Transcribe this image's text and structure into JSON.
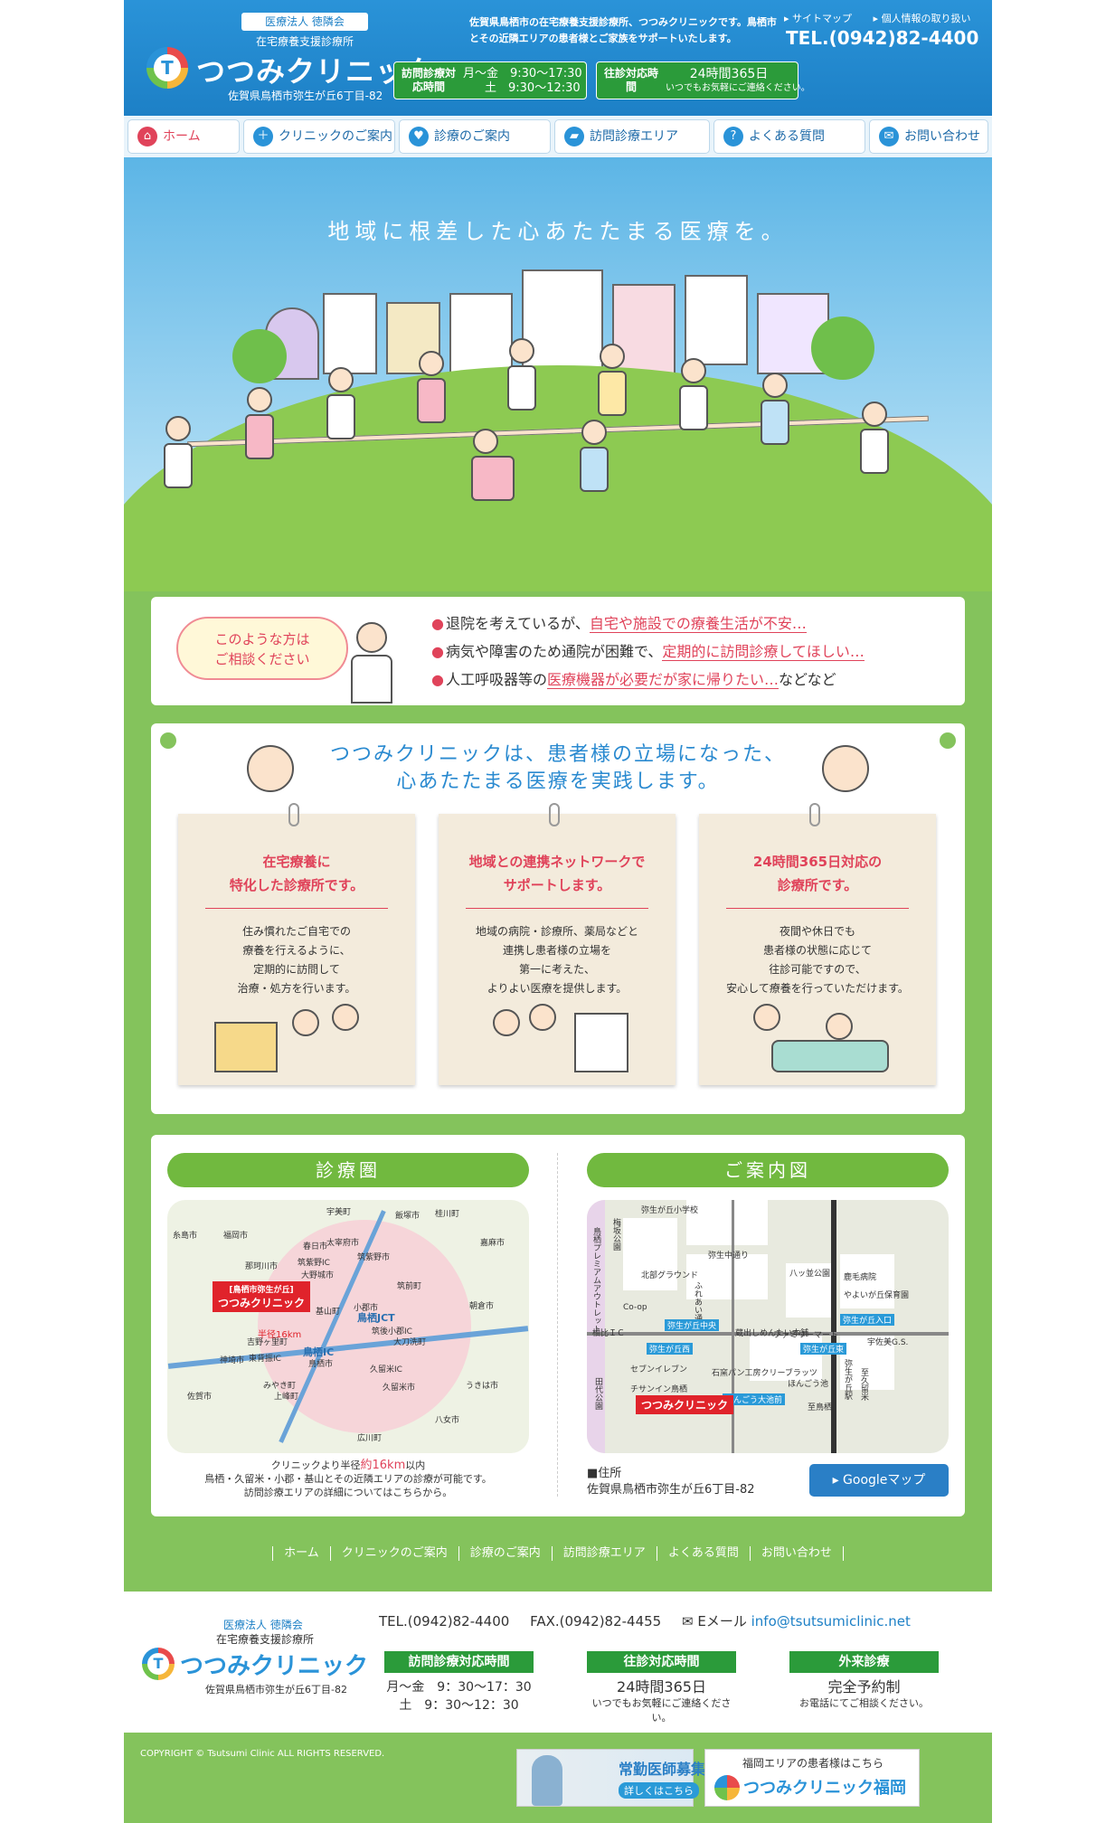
{
  "header": {
    "corp_badge": "医療法人 徳隣会",
    "sub_name": "在宅療養支援診療所",
    "clinic_name": "つつみクリニック",
    "address": "佐賀県鳥栖市弥生が丘6丁目-82",
    "description": "佐賀県鳥栖市の在宅療養支援診療所、つつみクリニックです。鳥栖市とその近隣エリアの患者様とご家族をサポートいたします。",
    "links": [
      "サイトマップ",
      "個人情報の取り扱い"
    ],
    "tel": "TEL.(0942)82-4400",
    "visit_hours_label": "訪問診療対応時間",
    "visit_hours_weekday": "月～金　9:30～17:30",
    "visit_hours_sat": "土　9:30～12:30",
    "house_call_label": "往診対応時間",
    "house_call_value": "24時間365日",
    "house_call_note": "いつでもお気軽にご連絡ください。"
  },
  "nav": [
    {
      "label": "ホーム",
      "icon": "⌂"
    },
    {
      "label": "クリニックのご案内",
      "icon": "＋"
    },
    {
      "label": "診療のご案内",
      "icon": "♥"
    },
    {
      "label": "訪問診療エリア",
      "icon": "▰"
    },
    {
      "label": "よくある質問",
      "icon": "?"
    },
    {
      "label": "お問い合わせ",
      "icon": "✉"
    }
  ],
  "hero": {
    "title": "地域に根差した心あたたまる医療を。"
  },
  "consult": {
    "bubble": "このような方は\nご相談ください",
    "items": [
      {
        "pre": "退院を考えているが、",
        "hl": "自宅や施設での療養生活が不安…",
        "post": ""
      },
      {
        "pre": "病気や障害のため通院が困難で、",
        "hl": "定期的に訪問診療してほしい…",
        "post": ""
      },
      {
        "pre": "人工呼吸器等の",
        "hl": "医療機器が必要だが家に帰りたい…",
        "post": "などなど"
      }
    ]
  },
  "features": {
    "heading_line1": "つつみクリニックは、患者様の立場になった、",
    "heading_line2": "心あたたまる医療を実践します。",
    "cards": [
      {
        "title": "在宅療養に\n特化した診療所です。",
        "body": "住み慣れたご自宅での\n療養を行えるように、\n定期的に訪問して\n治療・処方を行います。"
      },
      {
        "title": "地域との連携ネットワークで\nサポートします。",
        "body": "地域の病院・診療所、薬局などと\n連携し患者様の立場を\n第一に考えた、\nよりよい医療を提供します。"
      },
      {
        "title": "24時間365日対応の\n診療所です。",
        "body": "夜間や休日でも\n患者様の状態に応じて\n往診可能ですので、\n安心して療養を行っていただけます。"
      }
    ]
  },
  "area": {
    "title": "診療圏",
    "clinic_tag_sub": "[鳥栖市弥生が丘]",
    "clinic_tag": "つつみクリニック",
    "radius_label": "半径16km",
    "places": [
      "宇美町",
      "飯塚市",
      "桂川町",
      "糸島市",
      "福岡市",
      "太宰府市",
      "春日市",
      "筑紫野IC",
      "筑紫野市",
      "嘉麻市",
      "那珂川市",
      "大野城市",
      "筑前町",
      "朝倉市",
      "基山町",
      "小郡市",
      "鳥栖JCT",
      "筑後小郡IC",
      "大刀洗町",
      "吉野ヶ里町",
      "鳥栖IC",
      "東背振IC",
      "鳥栖市",
      "神埼市",
      "久留米IC",
      "みやき町",
      "久留米市",
      "うきは市",
      "佐賀市",
      "上峰町",
      "八女市",
      "広川町"
    ],
    "caption_pre": "クリニックより半径",
    "caption_hl": "約16km",
    "caption_post": "以内",
    "caption_line2": "鳥栖・久留米・小郡・基山とその近隣エリアの診療が可能です。",
    "caption_line3": "訪問診療エリアの詳細についてはこちらから。"
  },
  "guide": {
    "title": "ご案内図",
    "places": [
      "弥生が丘小学校",
      "鳥栖プレミアムアウトレット",
      "梅坂公園",
      "北部グラウンド",
      "弥生中通り",
      "ふれあい通り",
      "八ッ並公園",
      "鹿毛病院",
      "やよいが丘保育園",
      "Co-op",
      "弥生が丘中央",
      "蔵出しめんたい本舗",
      "ファミリーマート",
      "弥生が丘東",
      "弥生が丘入口",
      "宇佐美G.S.",
      "柚比ＩＣ",
      "弥生が丘西",
      "セブンイレブン",
      "チサンイン鳥栖",
      "石窯パン工房クリーブラッツ",
      "ほんごう池",
      "ほんごう大池前",
      "田代公園",
      "至鳥栖",
      "弥生が丘駅",
      "至久留米"
    ],
    "clinic_tag": "つつみクリニック",
    "address_label": "■住所",
    "address": "佐賀県鳥栖市弥生が丘6丁目-82",
    "gmap_button": "Googleマップ"
  },
  "footer_nav": [
    "ホーム",
    "クリニックのご案内",
    "診療のご案内",
    "訪問診療エリア",
    "よくある質問",
    "お問い合わせ"
  ],
  "footer": {
    "corp": "医療法人 徳隣会",
    "sub_name": "在宅療養支援診療所",
    "clinic_name": "つつみクリニック",
    "address": "佐賀県鳥栖市弥生が丘6丁目-82",
    "tel": "TEL.(0942)82-4400",
    "fax": "FAX.(0942)82-4455",
    "email_label": "Eメール",
    "email": "info@tsutsumiclinic.net",
    "cols": [
      {
        "title": "訪問診療対応時間",
        "v1": "月～金　9：30～17：30",
        "v2": "土　9：30～12：30"
      },
      {
        "title": "往診対応時間",
        "v1": "24時間365日",
        "v2": "いつでもお気軽にご連絡ください。"
      },
      {
        "title": "外来診療",
        "v1": "完全予約制",
        "v2": "お電話にてご相談ください。"
      }
    ],
    "copyright": "COPYRIGHT © Tsutsumi Clinic ALL RIGHTS RESERVED.",
    "banner_recruit_title": "常勤医師募集",
    "banner_recruit_sub": "詳しくはこちら",
    "banner_fukuoka_note": "福岡エリアの患者様はこちら",
    "banner_fukuoka_name": "つつみクリニック福岡"
  }
}
